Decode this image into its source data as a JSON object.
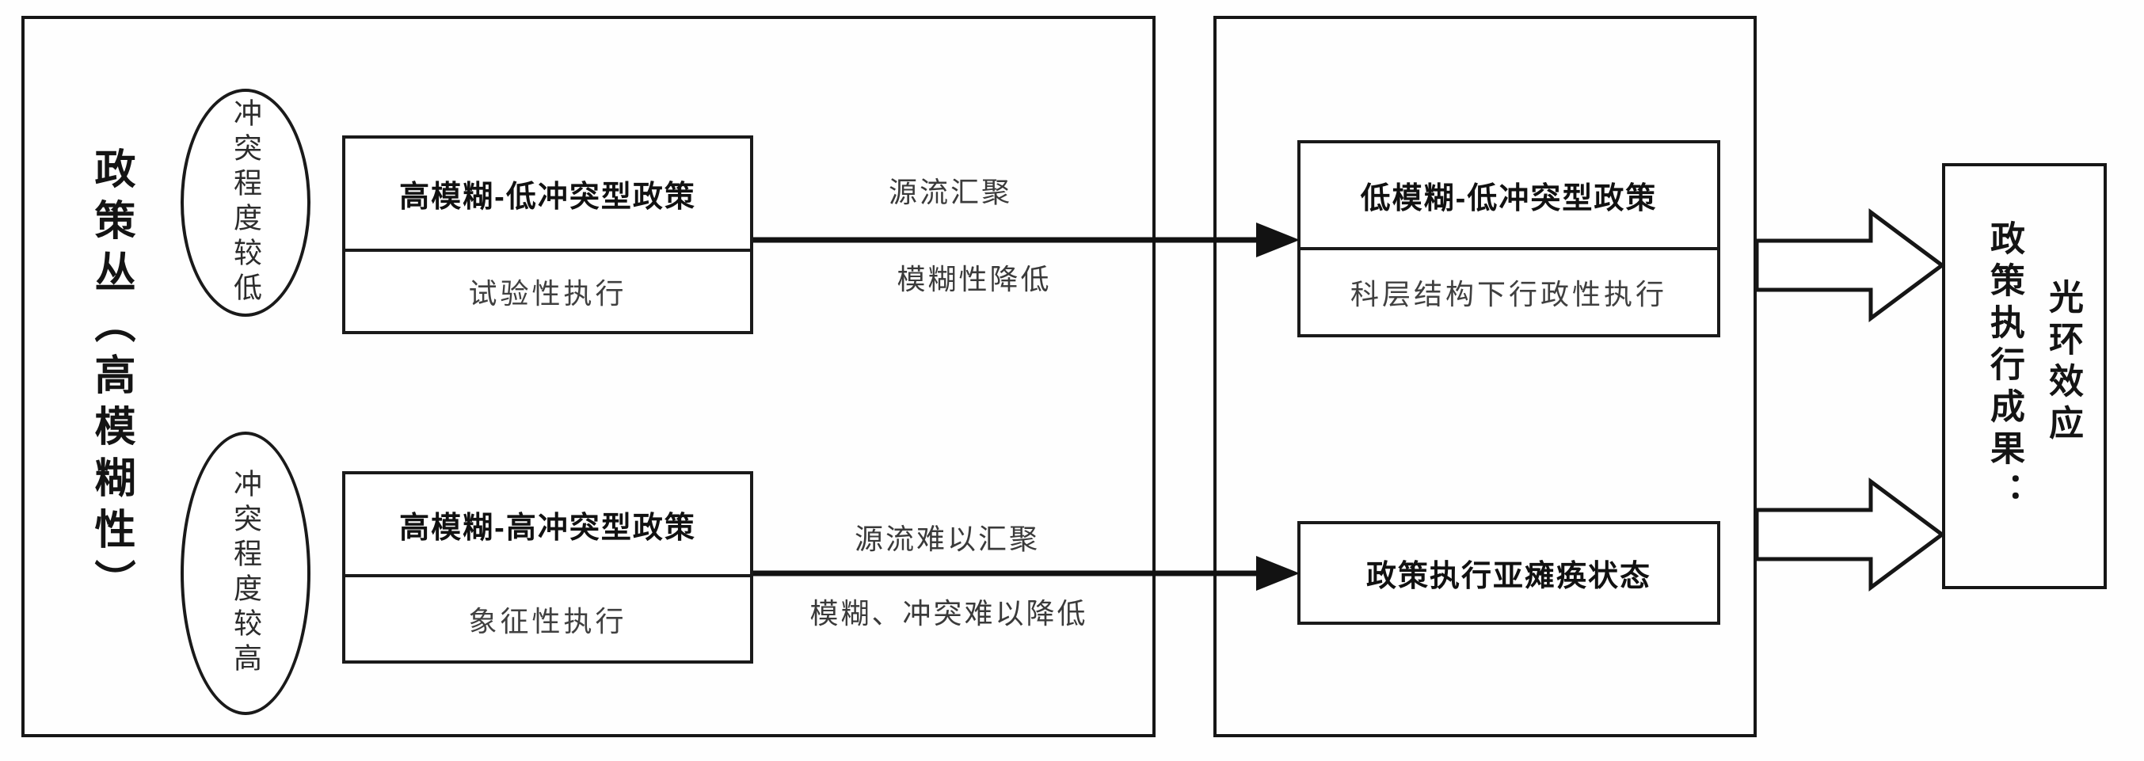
{
  "page": {
    "background": "#ffffff",
    "ink": "#161616",
    "muted_text": "#404040"
  },
  "left_panel": {
    "axis_label": "政策丛（高模糊性）",
    "conflict_low": "冲突程度较低",
    "conflict_high": "冲突程度较高",
    "box_top": {
      "title": "高模糊-低冲突型政策",
      "subtitle": "试验性执行"
    },
    "box_bottom": {
      "title": "高模糊-高冲突型政策",
      "subtitle": "象征性执行"
    }
  },
  "flow_arrows": {
    "top": {
      "above": "源流汇聚",
      "below": "模糊性降低"
    },
    "bottom": {
      "above": "源流难以汇聚",
      "below": "模糊、冲突难以降低"
    }
  },
  "middle_panel": {
    "box_top": {
      "title": "低模糊-低冲突型政策",
      "subtitle": "科层结构下行政性执行"
    },
    "box_bottom": {
      "title": "政策执行亚瘫痪状态"
    }
  },
  "right_panel": {
    "caption": "政策执行成果：",
    "result": "光环效应"
  }
}
